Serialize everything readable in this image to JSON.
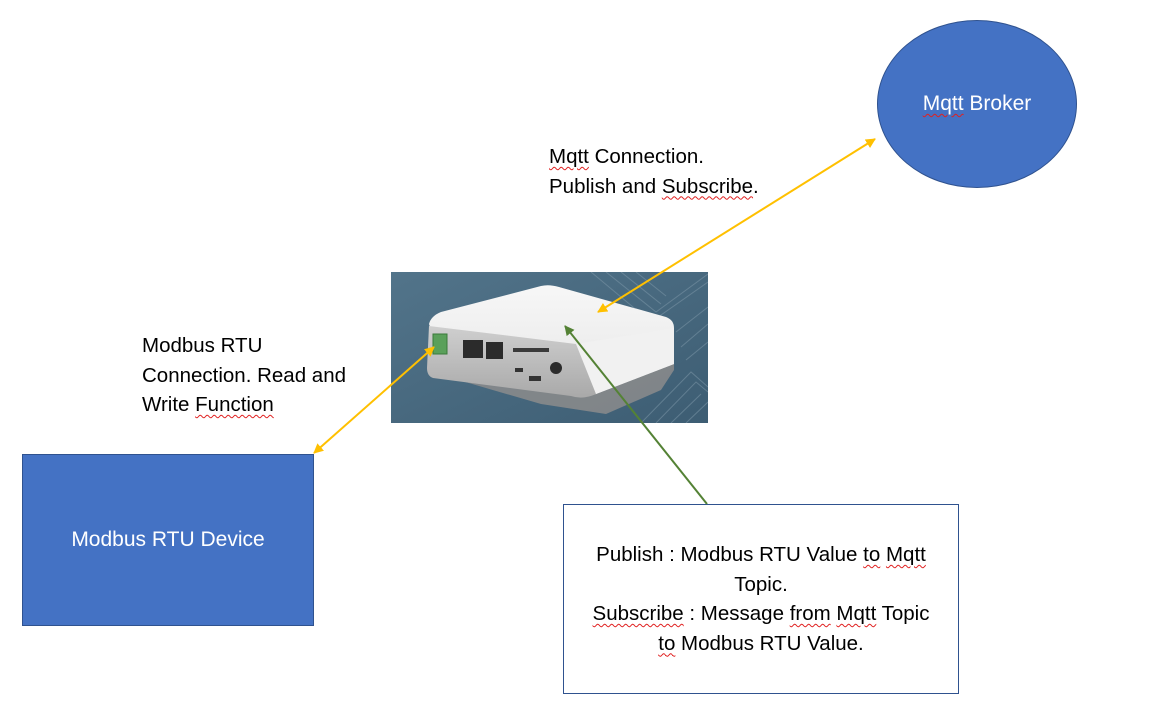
{
  "nodes": {
    "broker": {
      "label_spell": "Mqtt",
      "label_rest": " Broker",
      "shape": "ellipse",
      "fill": "#4472c4"
    },
    "device": {
      "label": "Modbus RTU Device",
      "shape": "rectangle",
      "fill": "#4472c4"
    },
    "gateway": {
      "image": "gateway-device-photo",
      "description": "White IoT gateway with terminal block, two RJ45 ports, USB and power jack"
    }
  },
  "labels": {
    "mqtt_connection": {
      "line1_spell": "Mqtt",
      "line1_rest": " Connection.",
      "line2_a": "Publish and ",
      "line2_spell": "Subscribe",
      "line2_b": "."
    },
    "modbus_connection": {
      "line1": "Modbus RTU",
      "line2": "Connection. Read and",
      "line3_a": "Write ",
      "line3_spell": "Function"
    }
  },
  "info_box": {
    "p1_a": "Publish : Modbus RTU Value ",
    "p1_spell1": "to",
    "p1_sp": " ",
    "p1_spell2": "Mqtt",
    "p1_b": " Topic.",
    "p2_spell1": "Subscribe",
    "p2_a": " : Message ",
    "p2_spell2": "from",
    "p2_sp": " ",
    "p2_spell3": "Mqtt",
    "p2_b": " Topic",
    "p3_spell": "to",
    "p3_b": " Modbus RTU Value."
  },
  "connectors": [
    {
      "name": "mqtt-connection-arrow",
      "from": "gateway",
      "to": "broker",
      "style": "double-arrow",
      "color": "#ffc000"
    },
    {
      "name": "modbus-connection-arrow",
      "from": "device",
      "to": "gateway",
      "style": "double-arrow",
      "color": "#ffc000"
    },
    {
      "name": "info-pointer-arrow",
      "from": "info_box",
      "to": "gateway",
      "style": "single-arrow",
      "color": "#548235"
    }
  ]
}
